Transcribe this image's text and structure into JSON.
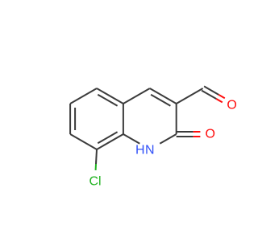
{
  "molecule": {
    "atoms": {
      "cl": {
        "text": "Cl",
        "color": "#1fb21f"
      },
      "nh_h": {
        "text": "H",
        "color": "#3050f8"
      },
      "nh_n": {
        "text": "N",
        "color": "#3050f8"
      },
      "o_keto": {
        "text": "O",
        "color": "#ff0d0d"
      },
      "o_ald": {
        "text": "O",
        "color": "#ff0d0d"
      }
    },
    "colors": {
      "bond": "#3b3b3b",
      "oxygen": "#ff0d0d",
      "nitrogen": "#3050f8",
      "chlorine": "#1fb21f"
    }
  }
}
